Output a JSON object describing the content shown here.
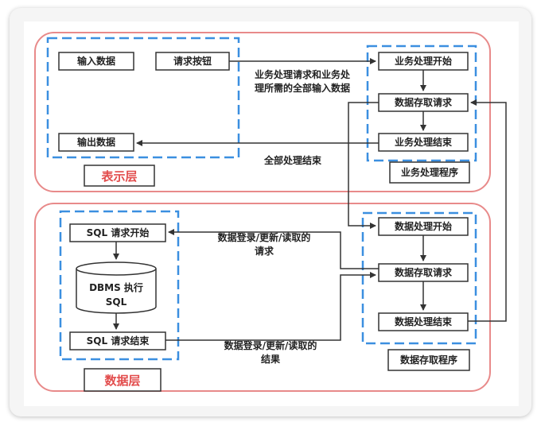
{
  "presentation_layer": {
    "title": "表示层",
    "input_data": "输入数据",
    "request_button": "请求按钮",
    "output_data": "输出数据"
  },
  "business_program": {
    "title": "业务处理程序",
    "start": "业务处理开始",
    "access_request": "数据存取请求",
    "end": "业务处理结束"
  },
  "notes": {
    "request_line1": "业务处理请求和业务处",
    "request_line2": "理所需的全部输入数据",
    "all_done": "全部处理结束",
    "sql_request_line1": "数据登录/更新/读取的",
    "sql_request_line2": "请求",
    "sql_result_line1": "数据登录/更新/读取的",
    "sql_result_line2": "结果"
  },
  "data_layer": {
    "title": "数据层",
    "sql_start": "SQL 请求开始",
    "dbms_line1": "DBMS 执行",
    "dbms_line2": "SQL",
    "sql_end": "SQL 请求结束"
  },
  "access_program": {
    "title": "数据存取程序",
    "start": "数据处理开始",
    "access_request": "数据存取请求",
    "end": "数据处理结束"
  },
  "colors": {
    "layer_border": "#e88a8a",
    "group_dash": "#3b8fe0",
    "box_border": "#333333",
    "title_red": "#e24c4c"
  }
}
